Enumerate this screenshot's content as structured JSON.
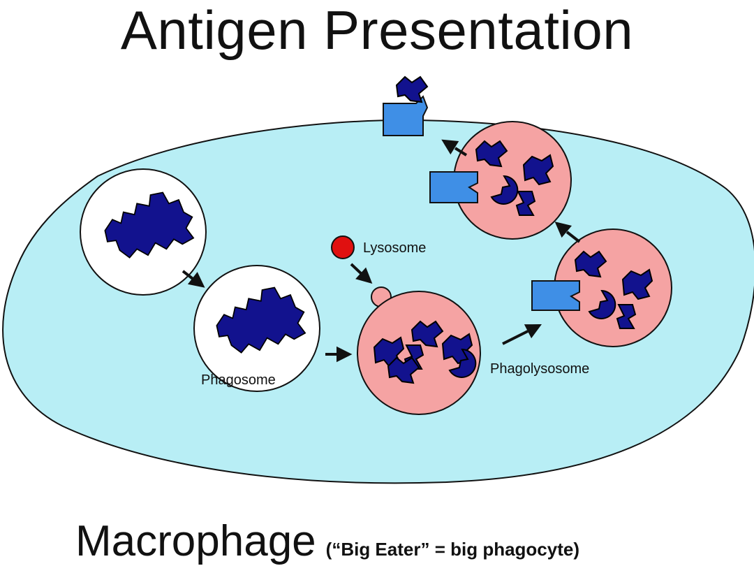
{
  "title": "Antigen Presentation",
  "footer": {
    "main": "Macrophage",
    "note": "(“Big Eater” = big phagocyte)"
  },
  "labels": {
    "lysosome": "Lysosome",
    "phagosome": "Phagosome",
    "phagolysosome": "Phagolysosome"
  },
  "colors": {
    "cell_fill": "#b8eef5",
    "vesicle_white": "#ffffff",
    "phagolysosome_fill": "#f5a3a3",
    "lysosome_fill": "#e01010",
    "antigen": "#12128e",
    "mhc_receptor": "#3f8fe6",
    "arrow": "#111111"
  }
}
